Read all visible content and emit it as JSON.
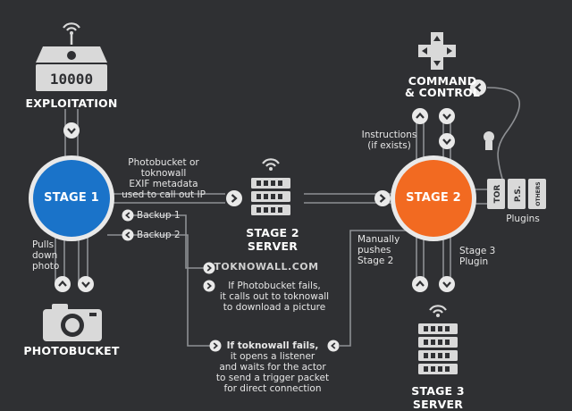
{
  "nodes": {
    "exploitation": {
      "label": "EXPLOITATION",
      "counter": "10000"
    },
    "stage1": {
      "label": "STAGE 1"
    },
    "stage2": {
      "label": "STAGE 2"
    },
    "stage2_server": {
      "label": "STAGE 2 SERVER"
    },
    "stage3_server": {
      "label": "STAGE 3 SERVER"
    },
    "photobucket": {
      "label": "PHOTOBUCKET"
    },
    "command_control": {
      "line1": "COMMAND",
      "line2": "& CONTROL"
    },
    "toknowall": {
      "label": "TOKNOWALL.COM"
    }
  },
  "edges": {
    "photobucket_exif": [
      "Photobucket or toknowall",
      "EXIF metadata",
      "used to call out IP"
    ],
    "backup1": "Backup 1",
    "backup2": "Backup 2",
    "pulls_down_photo": [
      "Pulls",
      "down",
      "photo"
    ],
    "if_photobucket_fails": [
      "If Photobucket fails,",
      "it calls out to toknowall",
      "to download a picture"
    ],
    "if_toknowall_fails": [
      "If toknowall fails,",
      "it opens a listener",
      "and waits for the actor",
      "to send a trigger packet",
      "for direct connection"
    ],
    "instructions": [
      "Instructions",
      "(if exists)"
    ],
    "manually_pushes": [
      "Manually",
      "pushes",
      "Stage 2"
    ],
    "stage3_plugin": [
      "Stage 3",
      "Plugin"
    ]
  },
  "plugins": {
    "label": "Plugins",
    "items": [
      "TOR",
      "P.S.",
      "OTHERS"
    ]
  },
  "colors": {
    "background": "#2f3033",
    "stage1": "#1a73c9",
    "stage2": "#f26a21",
    "line": "#8e9094",
    "chip": "#d9d9d9"
  }
}
